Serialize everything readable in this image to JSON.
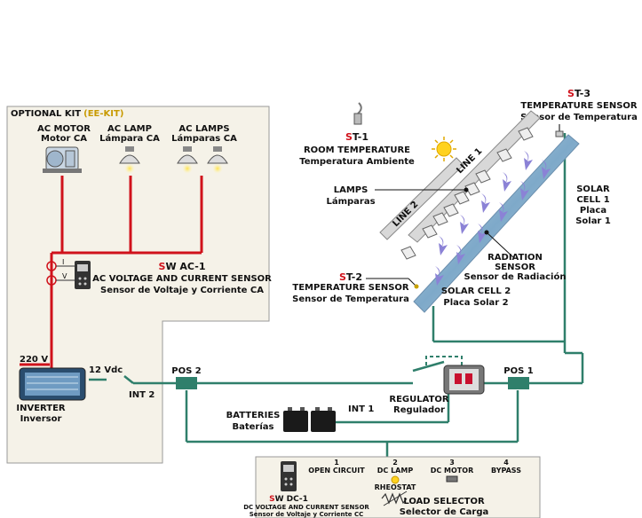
{
  "optional_kit": {
    "title": "OPTIONAL KIT",
    "code": "(EE-KIT)"
  },
  "ac_motor": {
    "line1": "AC MOTOR",
    "line2": "Motor CA"
  },
  "ac_lamp": {
    "line1": "AC LAMP",
    "line2": "Lámpara CA"
  },
  "ac_lamps": {
    "line1": "AC LAMPS",
    "line2": "Lámparas CA"
  },
  "sw_ac1": {
    "prefix": "S",
    "code": "W AC-1",
    "line1": "AC VOLTAGE AND CURRENT SENSOR",
    "line2": "Sensor de Voltaje y Corriente CA",
    "i_label": "I",
    "v_label": "V"
  },
  "inverter": {
    "voltage_ac": "220 V",
    "voltage_dc": "12 Vdc",
    "line1": "INVERTER",
    "line2": "Inversor"
  },
  "int2": "INT 2",
  "pos2": "POS 2",
  "pos1": "POS 1",
  "int1": "INT 1",
  "batteries": {
    "line1": "BATTERIES",
    "line2": "Baterías"
  },
  "regulator": {
    "line1": "REGULATOR",
    "line2": "Regulador"
  },
  "st1": {
    "prefix": "S",
    "code": "T-1",
    "line1": "ROOM TEMPERATURE",
    "line2": "Temperatura Ambiente"
  },
  "st2": {
    "prefix": "S",
    "code": "T-2",
    "line1": "TEMPERATURE SENSOR",
    "line2": "Sensor de Temperatura"
  },
  "st3": {
    "prefix": "S",
    "code": "T-3",
    "line1": "TEMPERATURE SENSOR",
    "line2": "Sensor de Temperatura"
  },
  "lamps": {
    "line1": "LAMPS",
    "line2": "Lámparas"
  },
  "line1_label": "LINE 1",
  "line2_label": "LINE 2",
  "radiation": {
    "line1": "RADIATION",
    "line2": "SENSOR",
    "line3": "Sensor de Radiación"
  },
  "solar_cell1": {
    "line1": "SOLAR",
    "line2": "CELL 1",
    "line3": "Placa",
    "line4": "Solar 1"
  },
  "solar_cell2": {
    "line1": "SOLAR CELL 2",
    "line2": "Placa Solar 2"
  },
  "load_selector": {
    "opt1_num": "1",
    "opt1_label": "OPEN CIRCUIT",
    "opt2_num": "2",
    "opt2_label": "DC LAMP",
    "opt3_num": "3",
    "opt3_label": "DC MOTOR",
    "opt4_num": "4",
    "opt4_label": "BYPASS",
    "rheostat": "RHEOSTAT",
    "line1": "LOAD SELECTOR",
    "line2": "Selector de Carga"
  },
  "sw_dc1": {
    "prefix": "S",
    "code": "W DC-1",
    "line1": "DC VOLTAGE AND CURRENT SENSOR",
    "line2": "Sensor de Voltaje y Corriente CC"
  },
  "colors": {
    "ac_wire": "#d0121b",
    "dc_wire": "#2f7f6b",
    "panel_bg": "#f5f2e8",
    "panel_border": "#999999"
  }
}
